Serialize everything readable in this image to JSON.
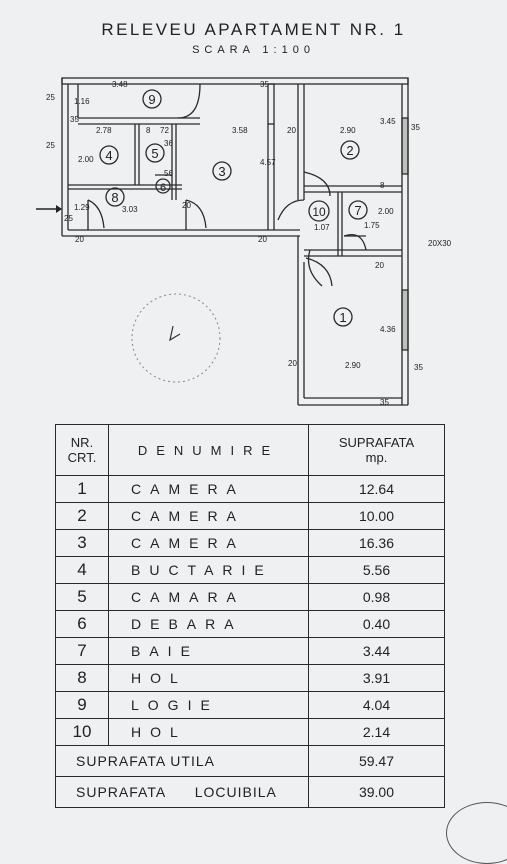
{
  "header": {
    "title": "RELEVEU   APARTAMENT   NR.   1",
    "scale": "SCARA    1:100"
  },
  "plan": {
    "rooms": [
      {
        "id": "1",
        "label": "1"
      },
      {
        "id": "2",
        "label": "2"
      },
      {
        "id": "3",
        "label": "3"
      },
      {
        "id": "4",
        "label": "4"
      },
      {
        "id": "5",
        "label": "5"
      },
      {
        "id": "6",
        "label": "6"
      },
      {
        "id": "7",
        "label": "7"
      },
      {
        "id": "8",
        "label": "8"
      },
      {
        "id": "9",
        "label": "9"
      },
      {
        "id": "10",
        "label": "10"
      }
    ],
    "dims": {
      "d348": "3.48",
      "d35a": "35",
      "d25a": "25",
      "d116": "1.16",
      "d35b": "35",
      "d278": "2.78",
      "d8": "8",
      "d72": "72",
      "d358": "3.58",
      "d20a": "20",
      "d290a": "2.90",
      "d345": "3.45",
      "d35c": "35",
      "d25b": "25",
      "d200a": "2.00",
      "d36": "36",
      "d56": "56",
      "d457": "4.57",
      "d8b": "8",
      "d129": "1.29",
      "d25c": "25",
      "d303": "3.03",
      "d20b": "20",
      "d107": "1.07",
      "d175": "1.75",
      "d200b": "2.00",
      "d20c": "20",
      "d20d": "20",
      "d20x30": "20X30",
      "d20e": "20",
      "d436": "4.36",
      "d20f": "20",
      "d290b": "2.90",
      "d35d": "35",
      "d35e": "35"
    }
  },
  "table": {
    "col_nr": "NR.\nCRT.",
    "col_name": "DENUMIRE",
    "col_area": "SUPRAFATA\nmp.",
    "rows": [
      {
        "nr": "1",
        "name": "CAMERA",
        "area": "12.64"
      },
      {
        "nr": "2",
        "name": "CAMERA",
        "area": "10.00"
      },
      {
        "nr": "3",
        "name": "CAMERA",
        "area": "16.36"
      },
      {
        "nr": "4",
        "name": "BUCTARIE",
        "area": "5.56"
      },
      {
        "nr": "5",
        "name": "CAMARA",
        "area": "0.98"
      },
      {
        "nr": "6",
        "name": "DEBARA",
        "area": "0.40"
      },
      {
        "nr": "7",
        "name": "BAIE",
        "area": "3.44"
      },
      {
        "nr": "8",
        "name": "HOL",
        "area": "3.91"
      },
      {
        "nr": "9",
        "name": "LOGIE",
        "area": "4.04"
      },
      {
        "nr": "10",
        "name": "HOL",
        "area": "2.14"
      }
    ],
    "utila_label": "SUPRAFATA UTILA",
    "utila_value": "59.47",
    "locuibila_label": "SUPRAFATA      LOCUIBILA",
    "locuibila_value": "39.00"
  }
}
